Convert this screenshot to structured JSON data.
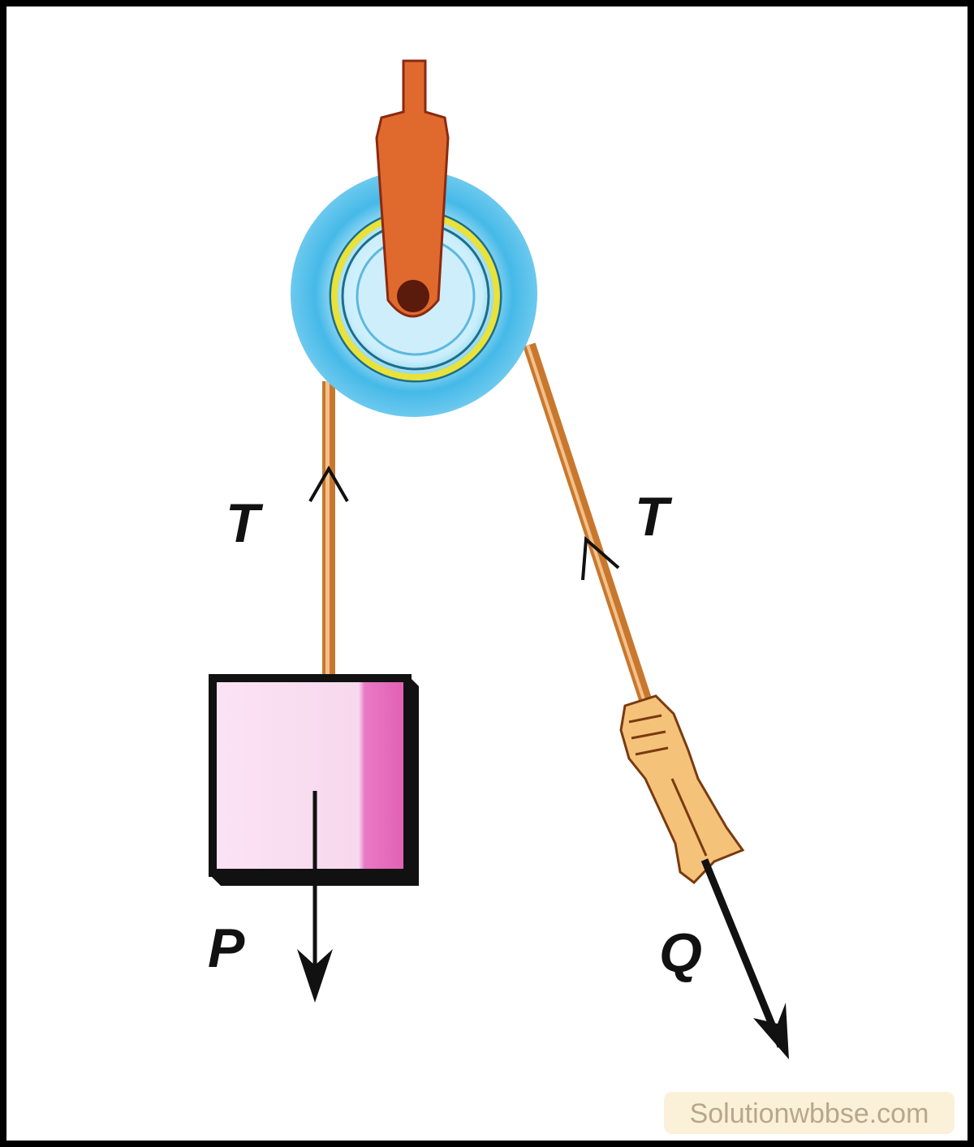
{
  "labels": {
    "tension_left": "T",
    "tension_right": "T",
    "load": "P",
    "effort": "Q"
  },
  "watermark": "Solutionwbbse.com",
  "colors": {
    "pulley_outer": "#3fb6e6",
    "pulley_inner": "#d6f1fb",
    "ring": "#e8e23a",
    "bracket": "#e0692e",
    "rope": "#c8782e",
    "block_fill": "#f6d4ee",
    "block_edge": "#e15fb4",
    "hand": "#f5c27a"
  }
}
